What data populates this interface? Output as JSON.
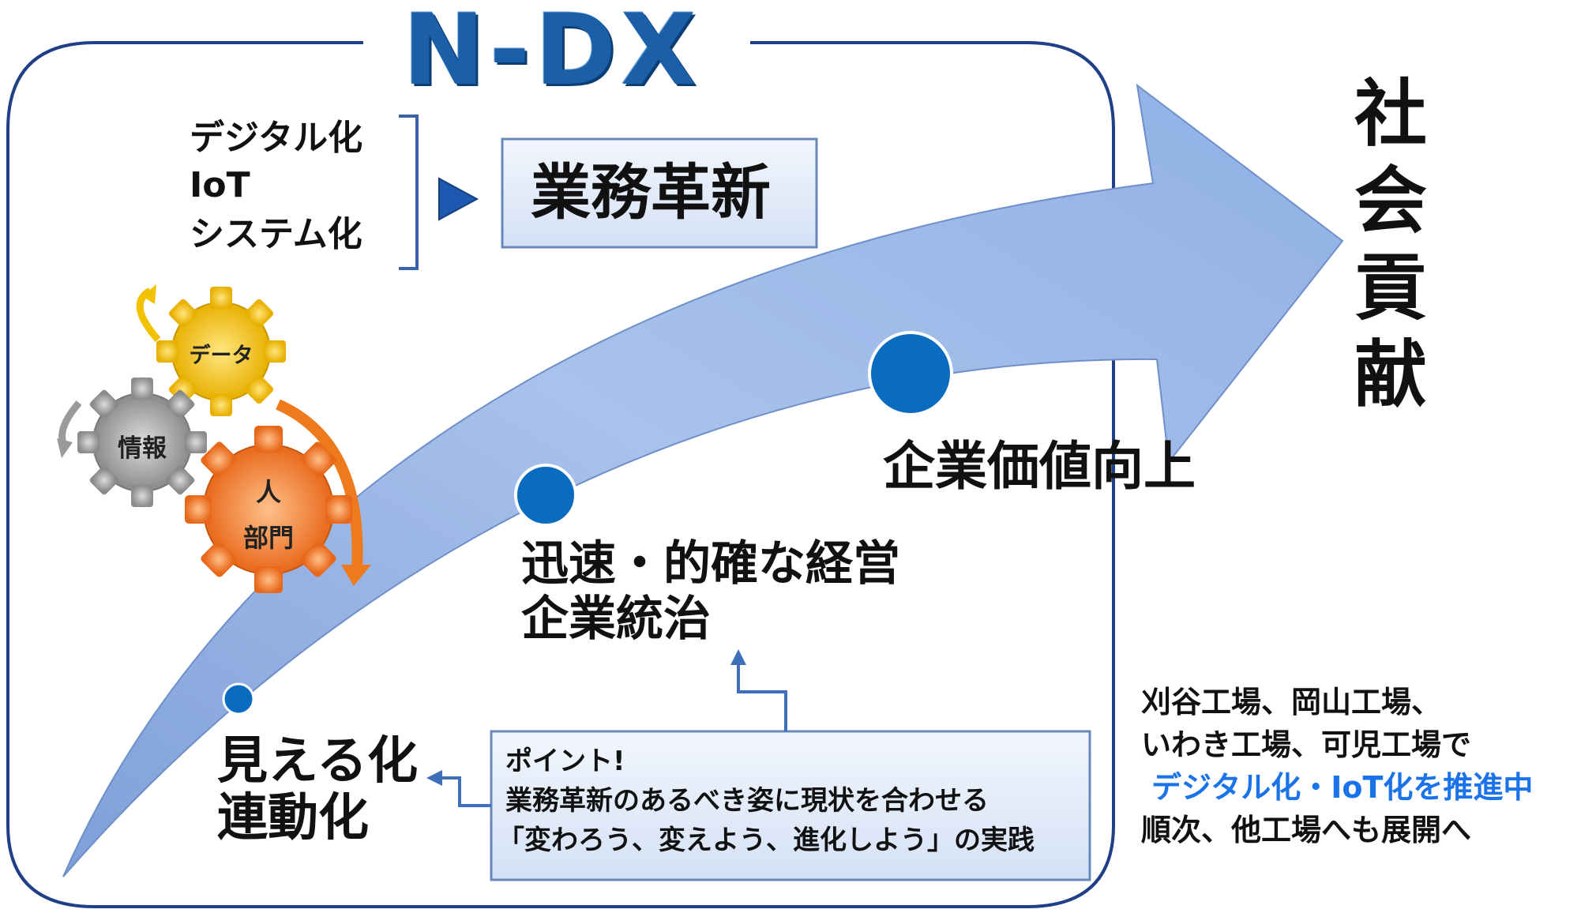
{
  "title": "N-DX",
  "inputs": [
    "デジタル化",
    "IoT",
    "システム化"
  ],
  "reform_box": "業務革新",
  "gears": {
    "data": "データ",
    "info": "情報",
    "people_line1": "人",
    "people_line2": "部門"
  },
  "stages": {
    "stage1_line1": "見える化",
    "stage1_line2": "連動化",
    "stage2_line1": "迅速・的確な経営",
    "stage2_line2": "企業統治",
    "stage3": "企業価値向上"
  },
  "goal": [
    "社",
    "会",
    "貢",
    "献"
  ],
  "point_box": {
    "heading": "ポイント!",
    "line1": "業務革新のあるべき姿に現状を合わせる",
    "line2": "「変わろう、変えよう、進化しよう」の実践"
  },
  "factories": {
    "line1": "刈谷工場、岡山工場、",
    "line2": "いわき工場、可児工場で",
    "line3": "デジタル化・IoT化を推進中",
    "line4": "順次、他工場へも展開へ"
  },
  "colors": {
    "frame": "#1f3f86",
    "arrow": "#9db8e6",
    "dot": "#0a6cc0",
    "title": "#1b5fa8",
    "highlight": "#1a73e8",
    "gear_yellow": "#f2c200",
    "gear_gray": "#9a9a9a",
    "gear_orange": "#ee7a1e"
  }
}
